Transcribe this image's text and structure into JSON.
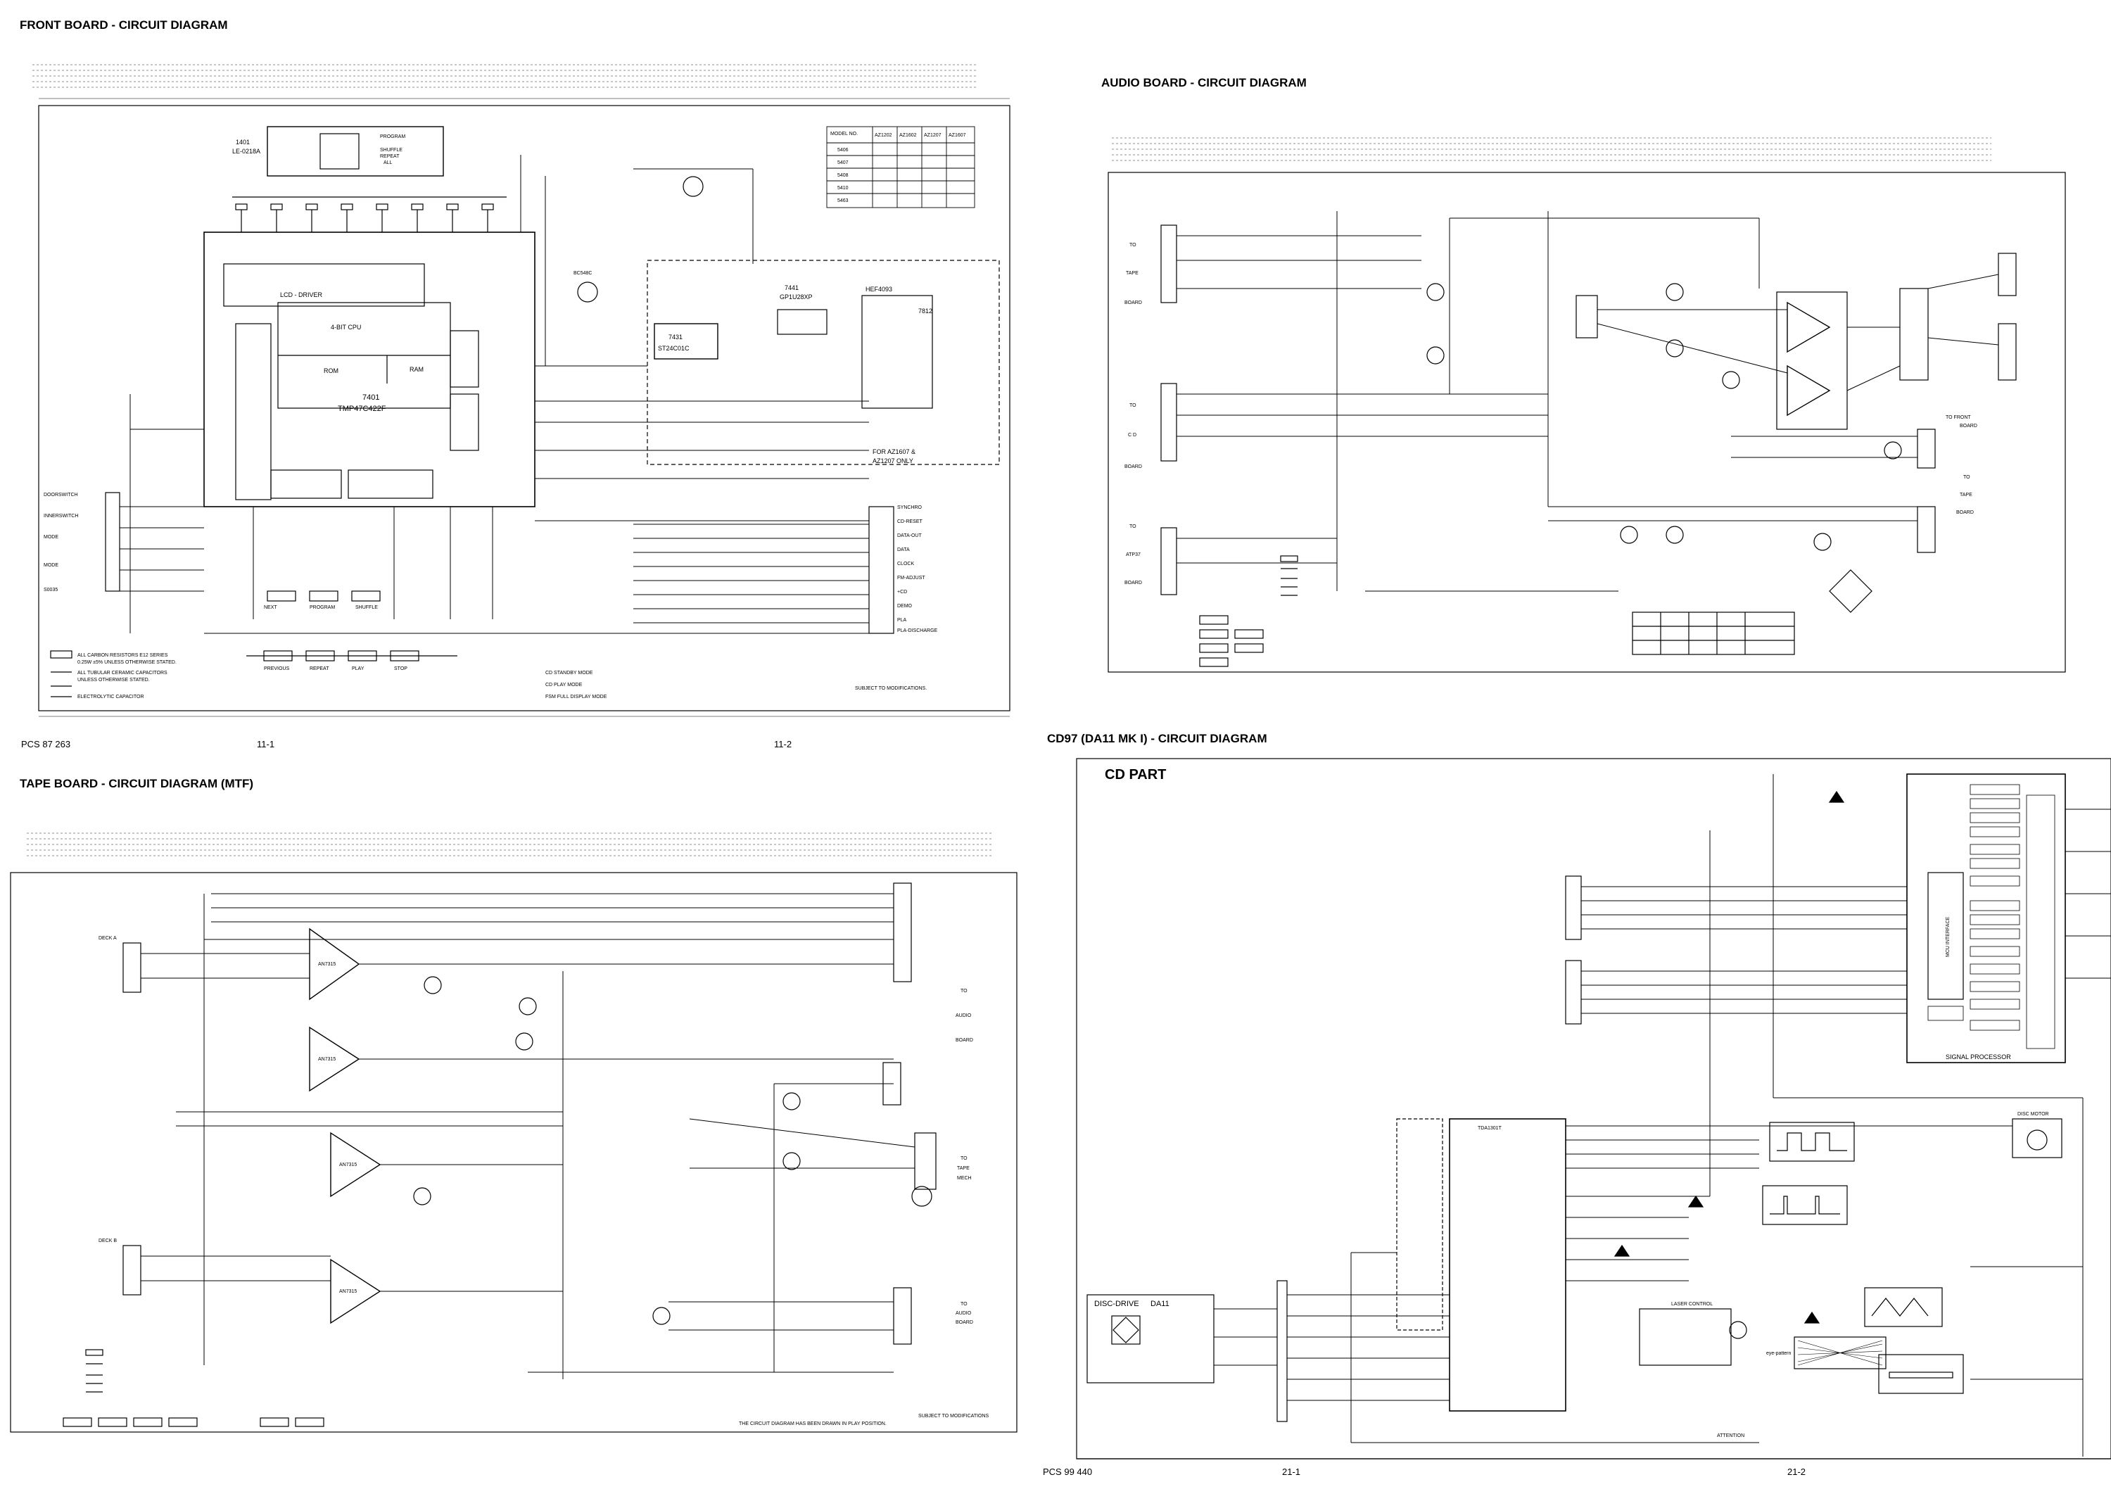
{
  "titles": {
    "front": "FRONT BOARD - CIRCUIT DIAGRAM",
    "audio": "AUDIO BOARD - CIRCUIT DIAGRAM",
    "tape": "TAPE BOARD - CIRCUIT DIAGRAM (MTF)",
    "cd97": "CD97 (DA11 MK I) - CIRCUIT DIAGRAM",
    "cdpart": "CD PART"
  },
  "footers": {
    "front_code": "PCS 87 263",
    "front_p1": "11-1",
    "front_p2": "11-2",
    "cd_code": "PCS 99 440",
    "cd_p1": "21-1",
    "cd_p2": "21-2"
  },
  "front": {
    "cpu_label": "4-BIT CPU",
    "cpu_part": "7401",
    "cpu_type": "TMP47C422F",
    "lcd_driver": "LCD - DRIVER",
    "rom": "ROM",
    "ram": "RAM",
    "display_part": "1401",
    "display_type": "LE-0218A",
    "program": "PROGRAM",
    "shuffle": "SHUFFLE",
    "repeat": "REPEAT",
    "all": "ALL",
    "eeprom_part": "7431",
    "eeprom_type": "ST24C01C",
    "ic_7441": "7441",
    "ic_7441_type": "GP1U28XP",
    "ic_hef": "HEF4093",
    "reg_7812": "7812",
    "transistor_7402": "BC548C",
    "note_for": "FOR AZ1607 &",
    "note_only": "AZ1207 ONLY",
    "connector_labels": [
      "SYNCHRO",
      "CD-RESET",
      "DATA-OUT",
      "DATA",
      "CLOCK",
      "FM-ADJUST",
      "+CD",
      "DEMO",
      "PLA",
      "PLA-DISCHARGE"
    ],
    "left_labels": [
      "DOORSWITCH",
      "INNERSWITCH",
      "MODE",
      "MODE",
      "S0035"
    ],
    "buttons": [
      "NEXT",
      "PROGRAM",
      "SHUFFLE",
      "PREVIOUS",
      "REPEAT",
      "PLAY",
      "STOP"
    ],
    "model_table_header": [
      "MODEL NO.",
      "AZ1202",
      "AZ1602",
      "AZ1207",
      "AZ1607"
    ],
    "model_table_rows": [
      "5406",
      "5407",
      "5408",
      "5410",
      "5463"
    ],
    "notes": [
      "ALL CARBON RESISTORS E12 SERIES",
      "0.25W ±5% UNLESS OTHERWISE STATED.",
      "ALL TUBULAR CERAMIC CAPACITORS",
      "UNLESS OTHERWISE STATED.",
      "ELECTROLYTIC CAPACITOR"
    ],
    "modes": [
      "CD STANDBY MODE",
      "CD PLAY MODE",
      "FSM FULL DISPLAY MODE"
    ],
    "subject": "SUBJECT TO MODIFICATIONS."
  },
  "audio": {
    "labels_left": [
      "TO",
      "TAPE",
      "BOARD",
      "TO",
      "C D",
      "BOARD",
      "TO",
      "ATP37",
      "BOARD"
    ],
    "labels_right": [
      "TO FRONT",
      "BOARD",
      "TO",
      "TAPE",
      "BOARD"
    ]
  },
  "tape": {
    "ic_type": "AN7315",
    "labels_right": [
      "TO",
      "AUDIO",
      "BOARD",
      "TO",
      "TAPE",
      "MECH",
      "TO",
      "AUDIO",
      "BOARD"
    ],
    "deck_a": "DECK A",
    "deck_b": "DECK B",
    "subject": "SUBJECT TO MODIFICATIONS",
    "note": "THE CIRCUIT DIAGRAM HAS BEEN DRAWN IN PLAY POSITION."
  },
  "cd": {
    "signal_processor": "SIGNAL PROCESSOR",
    "mcu_interface": "MCU INTERFACE",
    "disc_drive": "DISC-DRIVE",
    "da11": "DA11",
    "laser_control": "LASER CONTROL",
    "eye_pattern": "eye-pattern",
    "attention": "ATTENTION",
    "disc_motor": "DISC MOTOR",
    "servo_ic": "TDA1301T"
  },
  "colors": {
    "ink": "#000000",
    "paper": "#ffffff",
    "grey": "#888888"
  }
}
